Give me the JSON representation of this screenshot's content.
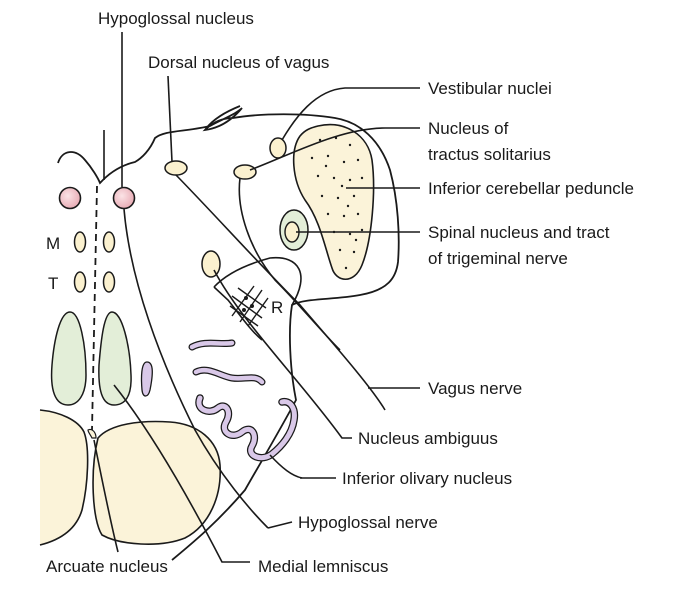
{
  "labels": {
    "hypoglossal_nucleus": "Hypoglossal nucleus",
    "dorsal_nucleus_vagus": "Dorsal nucleus of vagus",
    "vestibular_nuclei": "Vestibular nuclei",
    "nucleus_tractus_1": "Nucleus of",
    "nucleus_tractus_2": "tractus solitarius",
    "inferior_cerebellar_peduncle": "Inferior cerebellar peduncle",
    "spinal_trigeminal_1": "Spinal nucleus and tract",
    "spinal_trigeminal_2": "of trigeminal nerve",
    "vagus_nerve": "Vagus nerve",
    "nucleus_ambiguus": "Nucleus ambiguus",
    "inferior_olivary": "Inferior olivary nucleus",
    "hypoglossal_nerve": "Hypoglossal nerve",
    "arcuate_nucleus": "Arcuate nucleus",
    "medial_lemniscus": "Medial lemniscus",
    "m": "M",
    "t": "T",
    "r": "R"
  },
  "colors": {
    "hypoglossal_nucleus": "#f2c9cf",
    "lemniscus": "#e3eed8",
    "pyramid": "#fbf3d9",
    "olive": "#d9c8e8",
    "peduncle": "#fbf3d9",
    "small_nuclei": "#fbf1cf"
  }
}
